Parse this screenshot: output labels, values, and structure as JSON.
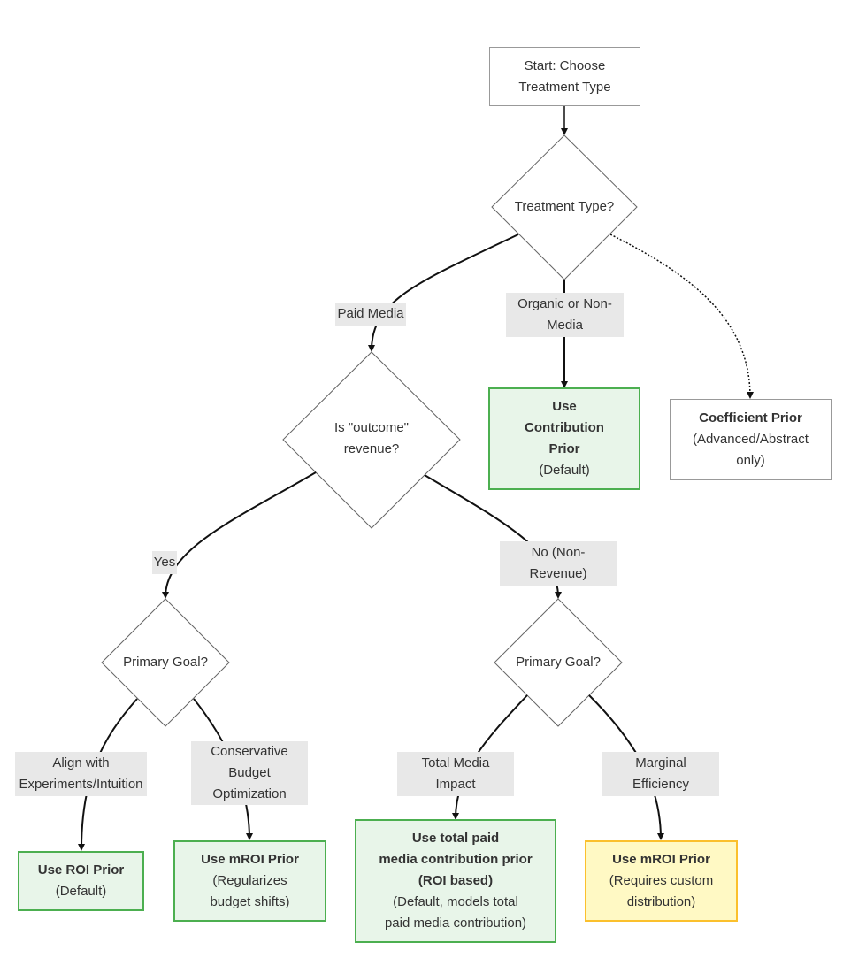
{
  "nodes": {
    "start": {
      "line1": "Start: Choose",
      "line2": "Treatment Type"
    },
    "treatment_type": {
      "label": "Treatment Type?"
    },
    "contribution": {
      "title_line1": "Use",
      "title_line2": "Contribution",
      "title_line3": "Prior",
      "note": "(Default)"
    },
    "coefficient": {
      "title": "Coefficient Prior",
      "note_line1": "(Advanced/Abstract",
      "note_line2": "only)"
    },
    "outcome_revenue": {
      "line1": "Is \"outcome\"",
      "line2": "revenue?"
    },
    "goal_left": {
      "label": "Primary Goal?"
    },
    "goal_right": {
      "label": "Primary Goal?"
    },
    "roi": {
      "title": "Use ROI Prior",
      "note": "(Default)"
    },
    "mroi_left": {
      "title": "Use mROI Prior",
      "note_line1": "(Regularizes",
      "note_line2": "budget shifts)"
    },
    "total_paid": {
      "title_line1": "Use total paid",
      "title_line2": "media contribution prior",
      "title_line3": "(ROI based)",
      "note_line1": "(Default, models total",
      "note_line2": "paid media contribution)"
    },
    "mroi_right": {
      "title": "Use mROI Prior",
      "note_line1": "(Requires custom",
      "note_line2": "distribution)"
    }
  },
  "edge_labels": {
    "paid_media": "Paid Media",
    "organic_line1": "Organic or Non-",
    "organic_line2": "Media",
    "yes": "Yes",
    "no_line1": "No (Non-",
    "no_line2": "Revenue)",
    "align_line1": "Align with",
    "align_line2": "Experiments/Intuition",
    "conservative_line1": "Conservative",
    "conservative_line2": "Budget",
    "conservative_line3": "Optimization",
    "total_media_line1": "Total Media",
    "total_media_line2": "Impact",
    "marginal_line1": "Marginal",
    "marginal_line2": "Efficiency"
  },
  "colors": {
    "line": "#111111",
    "plain_border": "#999999",
    "green_fill": "#e8f5e9",
    "green_border": "#4caf50",
    "yellow_fill": "#fff9c4",
    "yellow_border": "#fbc02d",
    "label_bg": "#e8e8e8"
  }
}
